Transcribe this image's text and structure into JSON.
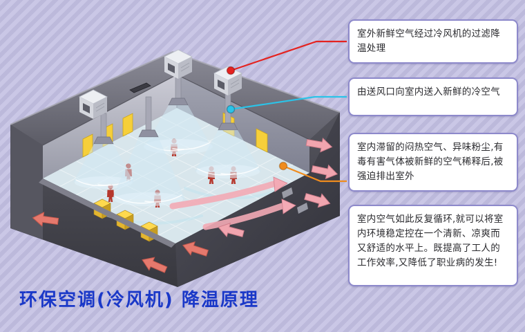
{
  "title": {
    "text": "环保空调(冷风机) 降温原理",
    "color": "#1a38c8"
  },
  "callouts": [
    {
      "text": "室外新鲜空气经过冷风机的过滤降温处理",
      "connector_color": "#e42320"
    },
    {
      "text": "由送风口向室内送入新鲜的冷空气",
      "connector_color": "#2bc3e8"
    },
    {
      "text": "室内滞留的闷热空气、异味粉尘,有毒有害气体被新鲜的空气稀释后,被强迫排出室外",
      "connector_color": "#f08c1e"
    },
    {
      "text": "室内空气如此反复循环,就可以将室内环境稳定控在一个清新、凉爽而又舒适的水平上。既提高了工人的工作效率,又降低了职业病的发生!",
      "connector_color": ""
    }
  ],
  "palette": {
    "background_base": "#cac7e6",
    "background_stripe": "#bcb9db",
    "callout_border": "#8d89cb",
    "callout_background": "#ffffff",
    "title_color": "#1a38c8",
    "connector_red": "#e42320",
    "connector_cyan": "#2bc3e8",
    "connector_orange": "#f08c1e"
  },
  "icons": {
    "callout_anchor_dot": "filled-circle",
    "airflow_arrow": "block-arrow"
  }
}
